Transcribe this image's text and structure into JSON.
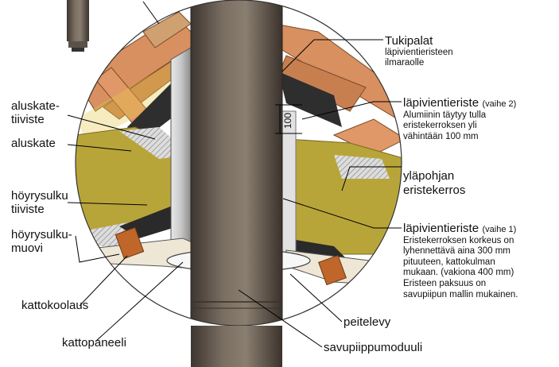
{
  "labels": {
    "tukipalat": {
      "title": "Tukipalat",
      "lines": [
        "läpivientieristeen",
        "ilmaraolle"
      ]
    },
    "lapivienti2": {
      "title": "läpivientieriste",
      "suffix": "(vaihe 2)",
      "lines": [
        "Alumiinin täytyy tulla",
        "eristekerroksen yli",
        "vähintään 100 mm"
      ]
    },
    "ylapohjan": [
      "yläpohjan",
      "eristekerros"
    ],
    "lapivienti1": {
      "title": "läpivientieriste",
      "suffix": "(vaihe 1)",
      "lines": [
        "Eristekerroksen korkeus on",
        "lyhennettävä aina 300 mm",
        "pituuteen, kattokulman",
        "mukaan. (vakiona 400 mm)",
        "Eristeen paksuus on",
        "savupiipun mallin mukainen."
      ]
    },
    "aluskatetiiviste": [
      "aluskate-",
      "tiiviste"
    ],
    "aluskate": "aluskate",
    "hoyrysulkutiiviste": [
      "höyrysulku",
      "tiiviste"
    ],
    "hoyrysulkumuovi": [
      "höyrysulku-",
      "muovi"
    ],
    "kattokoolaus": "kattokoolaus",
    "kattopaneeli": "kattopaneeli",
    "peitelevy": "peitelevy",
    "savupiippumoduuli": "savupiippumoduuli",
    "dimension": "100"
  },
  "colors": {
    "pipe": "#6e6256",
    "insulation": "#b8a53a",
    "wood": "#d89060",
    "metal": "#c9c9c9",
    "dark": "#3a3a3a",
    "panel": "#efe7d6"
  }
}
